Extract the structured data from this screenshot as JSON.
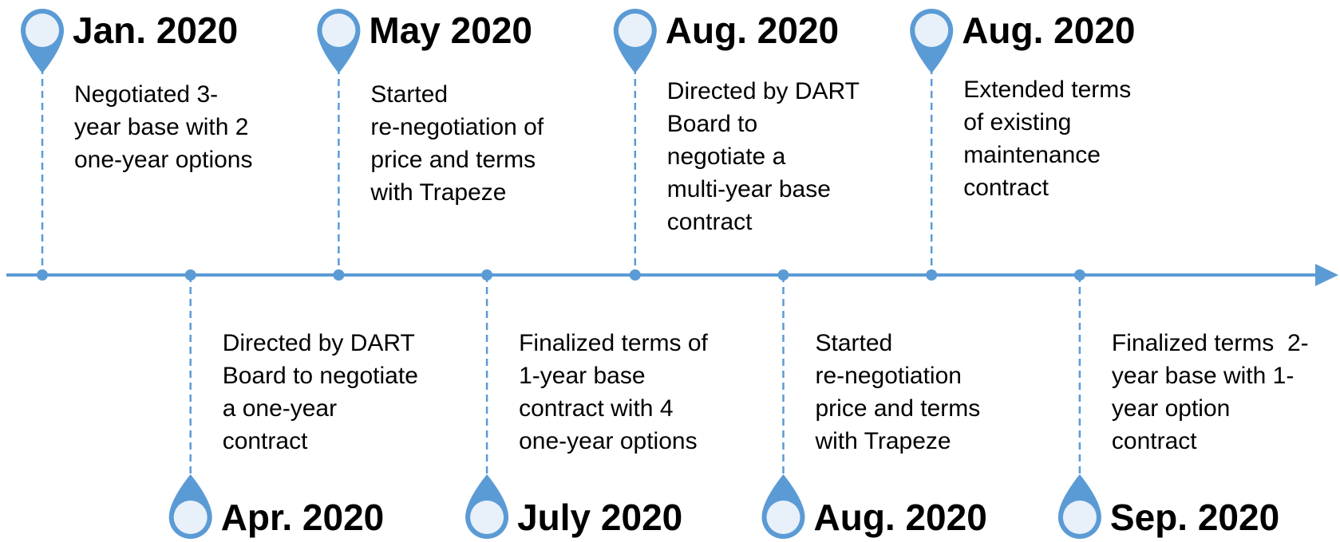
{
  "colors": {
    "accent": "#5b9bd5",
    "pin_fill": "#e8f0fa",
    "text": "#000000"
  },
  "milestones": [
    {
      "date": "Jan. 2020",
      "description": [
        "Negotiated 3-",
        "year base with 2",
        "one-year options"
      ]
    },
    {
      "date": "Apr. 2020",
      "description": [
        "Directed by DART",
        "Board to negotiate",
        "a one-year",
        "contract"
      ]
    },
    {
      "date": "May 2020",
      "description": [
        "Started",
        "re-negotiation of",
        "price and terms",
        "with Trapeze"
      ]
    },
    {
      "date": "July 2020",
      "description": [
        "Finalized terms of",
        "1-year base",
        "contract with 4",
        "one-year options"
      ]
    },
    {
      "date": "Aug. 2020",
      "description": [
        "Directed by DART",
        "Board to",
        "negotiate a",
        "multi-year base",
        "contract"
      ]
    },
    {
      "date": "Aug. 2020",
      "description": [
        "Started",
        "re-negotiation",
        "price and terms",
        "with Trapeze"
      ]
    },
    {
      "date": "Aug. 2020",
      "description": [
        "Extended terms",
        "of existing",
        "maintenance",
        "contract"
      ]
    },
    {
      "date": "Sep. 2020",
      "description": [
        "Finalized terms  2-",
        "year base with 1-",
        "year option",
        "contract"
      ]
    }
  ]
}
